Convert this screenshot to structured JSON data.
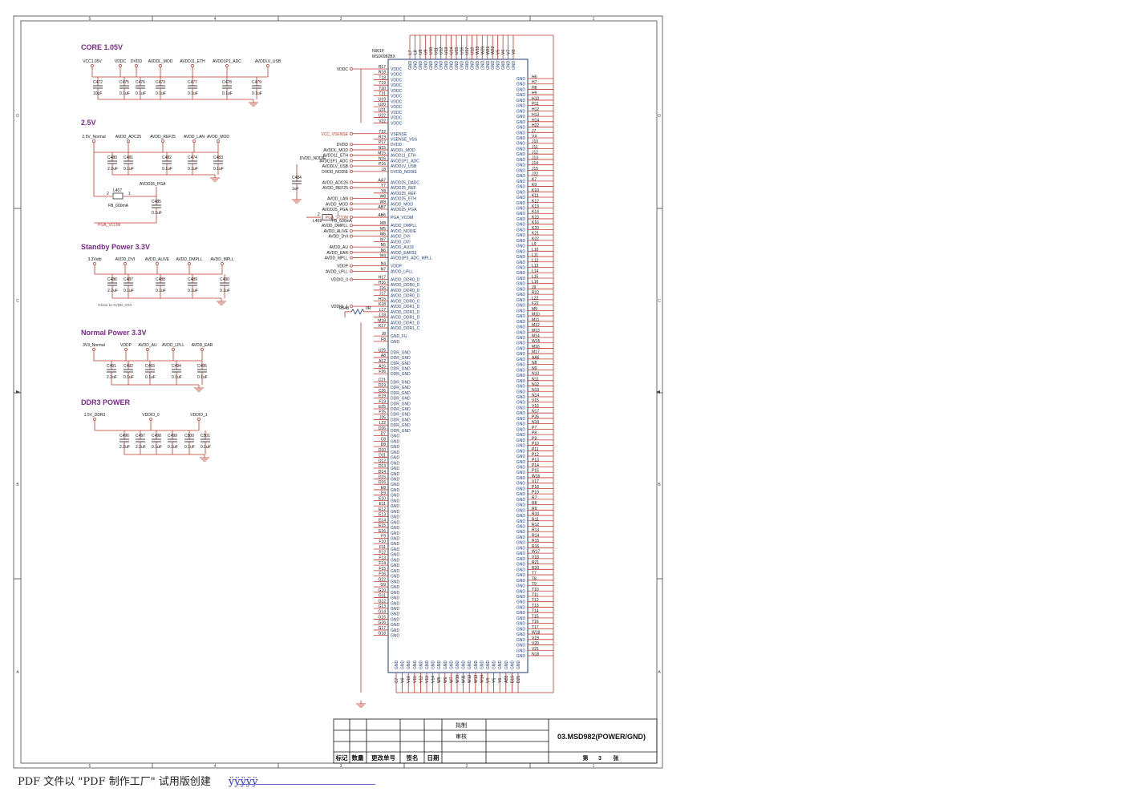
{
  "sheet": {
    "title": "03.MSD982(POWER/GND)",
    "sheet_prefix": "第",
    "sheet_number": "3",
    "sheet_suffix": "张",
    "draw_label": "拟制",
    "check_label": "审核",
    "rev_headers": [
      "标记",
      "数量",
      "更改单号",
      "签名",
      "日期"
    ],
    "col_labels": [
      "5",
      "4",
      "3",
      "2",
      "1"
    ],
    "row_labels": [
      "D",
      "C",
      "B",
      "A"
    ]
  },
  "sections": {
    "core": {
      "title": "CORE 1.05V",
      "rails": [
        "VCC1.05V",
        "VDDC",
        "DVDD",
        "AVDDL_MOD",
        "AVDD11_ETH",
        "AVDD1P1_ADC",
        "AVDDLV_USB"
      ],
      "caps": [
        {
          "ref": "C472",
          "val": "10uF"
        },
        {
          "ref": "C475",
          "val": "0.1uF"
        },
        {
          "ref": "C476",
          "val": "0.1uF"
        },
        {
          "ref": "C473",
          "val": "0.1uF"
        },
        {
          "ref": "C477",
          "val": "0.1uF"
        },
        {
          "ref": "C478",
          "val": "0.1uF"
        },
        {
          "ref": "C479",
          "val": "0.1uF"
        }
      ]
    },
    "v25": {
      "title": "2.5V",
      "rails": [
        "2.5V_Normal",
        "AVDD_ADC25",
        "AVDD_REF25",
        "AVDD_LAN",
        "AVDD_MOD"
      ],
      "caps": [
        {
          "ref": "C480",
          "val": "2.2uF"
        },
        {
          "ref": "C481",
          "val": "0.1uF"
        },
        {
          "ref": "C482",
          "val": "0.1uF"
        },
        {
          "ref": "C474",
          "val": "0.1uF"
        },
        {
          "ref": "C483",
          "val": "0.1uF"
        }
      ],
      "pga_label": "AVDD25_PGA",
      "inductor_ref": "L407",
      "inductor_val": "FB_600mA",
      "pin2": "2",
      "pin1": "1",
      "cap_pga": {
        "ref": "C485",
        "val": "0.1uF"
      },
      "vcom_label": "PGA_VCOM"
    },
    "standby": {
      "title": "Standby Power 3.3V",
      "rails": [
        "3.3Vstb",
        "AVDD_DVI",
        "AVDD_ALIVE",
        "AVDD_DMPLL",
        "AVDD_MPLL"
      ],
      "caps": [
        {
          "ref": "C486",
          "val": "2.2uF"
        },
        {
          "ref": "C487",
          "val": "0.1uF"
        },
        {
          "ref": "C488",
          "val": "0.1uF"
        },
        {
          "ref": "C489",
          "val": "0.1uF"
        },
        {
          "ref": "C490",
          "val": "0.1uF"
        }
      ],
      "note": "Close to AVDD_DVI"
    },
    "normal": {
      "title": "Normal Power 3.3V",
      "rails": [
        "3V3_Normal",
        "VDDP",
        "AVDD_AU",
        "AVDD_LPLL",
        "AVDD_EAR"
      ],
      "caps": [
        {
          "ref": "C491",
          "val": "2.2uF"
        },
        {
          "ref": "C492",
          "val": "0.1uF"
        },
        {
          "ref": "C493",
          "val": "0.1uF"
        },
        {
          "ref": "C494",
          "val": "0.1uF"
        },
        {
          "ref": "C495",
          "val": "0.1uF"
        }
      ]
    },
    "ddr3": {
      "title": "DDR3 POWER",
      "rails": [
        "1.5V_DDR3",
        "VDDIO_0",
        "VDDIO_1"
      ],
      "caps": [
        {
          "ref": "C496",
          "val": "2.2uF"
        },
        {
          "ref": "C497",
          "val": "2.2uF"
        },
        {
          "ref": "C498",
          "val": "0.1uF"
        },
        {
          "ref": "C499",
          "val": "0.1uF"
        },
        {
          "ref": "C500",
          "val": "0.1uF"
        },
        {
          "ref": "C501",
          "val": "0.1uF"
        }
      ]
    }
  },
  "chip": {
    "ref": "N901F",
    "part": "MSD6982BX",
    "left_groups": [
      {
        "net": "VDDC",
        "pins": [
          [
            "R17",
            "VDDC"
          ],
          [
            "R18",
            "VDDC"
          ],
          [
            "T18",
            "VDDC"
          ],
          [
            "T19",
            "VDDC"
          ],
          [
            "T20",
            "VDDC"
          ],
          [
            "T21",
            "VDDC"
          ],
          [
            "U19",
            "VDDC"
          ],
          [
            "U20",
            "VDDC"
          ],
          [
            "U21",
            "VDDC"
          ],
          [
            "U22",
            "VDDC"
          ],
          [
            "V22",
            "VDDC"
          ]
        ],
        "gap": 2
      },
      {
        "net": "VCC_VSENSE",
        "pins": [
          [
            "T22",
            "VSENSE"
          ],
          [
            "R19",
            "VSENSE_VSS"
          ],
          [
            "P17",
            "DVDD"
          ],
          [
            "N15",
            "AVDDL_MOD"
          ],
          [
            "M15",
            "AVDD11_ETH"
          ],
          [
            "N16",
            "AVDD1P1_ADC"
          ],
          [
            "P16",
            "AVDDLV_USB"
          ],
          [
            "L8",
            "DVDD_NODIE"
          ]
        ],
        "gap": 2
      },
      {
        "net": "",
        "pins": [
          [
            "AA7",
            "AVDD25_DADC"
          ],
          [
            "Y7",
            "AVDD25_REF"
          ],
          [
            "Y8",
            "AVDD25_REF"
          ],
          [
            "W8",
            "AVDD25_ETH"
          ],
          [
            "W9",
            "AVDD_MOD"
          ],
          [
            "AB7",
            "AVDD25_PGA"
          ]
        ],
        "gap": 1
      },
      {
        "net": "",
        "pins": [
          [
            "AB6",
            "PGA_VCOM"
          ]
        ],
        "gap": 1
      },
      {
        "net": "",
        "pins": [
          [
            "M8",
            "AVDD_DMPLL"
          ],
          [
            "M5",
            "AVDD_NODIE"
          ],
          [
            "M6",
            "AVDD_DVI"
          ],
          [
            "M7",
            "AVDD_DVI"
          ],
          [
            "N5",
            "AVDD_AU33"
          ],
          [
            "N6",
            "AVDD_EAR33"
          ],
          [
            "M4",
            "AVDD3P3_ADC_MPLL"
          ]
        ],
        "gap": 1
      },
      {
        "net": "",
        "pins": [
          [
            "N4",
            "VDDP"
          ],
          [
            "N7",
            "AVDD_LPLL"
          ]
        ],
        "gap": 1
      },
      {
        "net": "",
        "pins": [
          [
            "H17",
            "AVDD_DDR0_D"
          ],
          [
            "H16",
            "AVDD_DDR0_D"
          ],
          [
            "J16",
            "AVDD_DDR0_D"
          ],
          [
            "J17",
            "AVDD_DDR0_D"
          ],
          [
            "H15",
            "AVDD_DDR0_C"
          ],
          [
            "K18",
            "AVDD_DDR1_D"
          ],
          [
            "L17",
            "AVDD_DDR1_D"
          ],
          [
            "L18",
            "AVDD_DDR1_D"
          ],
          [
            "M18",
            "AVDD_DDR1_D"
          ],
          [
            "K17",
            "AVDD_DDR1_C"
          ]
        ],
        "gap": 1
      },
      {
        "net": "",
        "pins": [
          [
            "J8",
            "GND_FU"
          ],
          [
            "F8",
            "GND"
          ]
        ],
        "gap": 2
      },
      {
        "net": "",
        "pins": [
          [
            "U25",
            "DDR_GND"
          ],
          [
            "A8",
            "DDR_GND"
          ],
          [
            "A12",
            "DDR_GND"
          ],
          [
            "A15",
            "DDR_GND"
          ],
          [
            "F26",
            "DDR_GND"
          ]
        ],
        "gap": 1
      },
      {
        "net": "",
        "pins": [
          [
            "C21",
            "DDR_GND"
          ],
          [
            "D19",
            "DDR_GND"
          ],
          [
            "C26",
            "DDR_GND"
          ],
          [
            "E19",
            "DDR_GND"
          ],
          [
            "F19",
            "DDR_GND"
          ],
          [
            "E25",
            "DDR_GND"
          ],
          [
            "F25",
            "DDR_GND"
          ],
          [
            "J25",
            "DDR_GND"
          ],
          [
            "L22",
            "DDR_GND"
          ],
          [
            "D26",
            "DDR_GND"
          ],
          [
            "D7",
            "GND"
          ],
          [
            "C8",
            "GND"
          ],
          [
            "D8",
            "GND"
          ],
          [
            "D10",
            "GND"
          ],
          [
            "D11",
            "GND"
          ],
          [
            "D12",
            "GND"
          ],
          [
            "D13",
            "GND"
          ],
          [
            "D14",
            "GND"
          ],
          [
            "D15",
            "GND"
          ],
          [
            "D16",
            "GND"
          ],
          [
            "E8",
            "GND"
          ],
          [
            "E9",
            "GND"
          ],
          [
            "E10",
            "GND"
          ],
          [
            "E11",
            "GND"
          ],
          [
            "E12",
            "GND"
          ],
          [
            "E13",
            "GND"
          ],
          [
            "E14",
            "GND"
          ],
          [
            "E15",
            "GND"
          ],
          [
            "E16",
            "GND"
          ],
          [
            "F9",
            "GND"
          ],
          [
            "F10",
            "GND"
          ],
          [
            "F11",
            "GND"
          ],
          [
            "F12",
            "GND"
          ],
          [
            "F13",
            "GND"
          ],
          [
            "F14",
            "GND"
          ],
          [
            "F15",
            "GND"
          ],
          [
            "F16",
            "GND"
          ],
          [
            "G22",
            "GND"
          ],
          [
            "G9",
            "GND"
          ],
          [
            "G10",
            "GND"
          ],
          [
            "G11",
            "GND"
          ],
          [
            "G12",
            "GND"
          ],
          [
            "G13",
            "GND"
          ],
          [
            "G14",
            "GND"
          ],
          [
            "G15",
            "GND"
          ],
          [
            "G16",
            "GND"
          ],
          [
            "G17",
            "GND"
          ],
          [
            "G18",
            "GND"
          ]
        ],
        "gap": 0
      }
    ],
    "left_nets": [
      {
        "text": "VDDC",
        "pin_index": 0
      },
      {
        "text": "VCC_VSENSE",
        "pin_index": 11
      },
      {
        "text": "DVDD",
        "pin_index": 13
      },
      {
        "text": "AVDDL_MOD",
        "pin_index": 14
      },
      {
        "text": "AVDD11_ETH",
        "pin_index": 15
      },
      {
        "text": "AVDD1P1_ADC",
        "pin_index": 16
      },
      {
        "text": "AVDDLV_USB",
        "pin_index": 17
      },
      {
        "text": "DVDD_NODIE",
        "pin_index": 18
      },
      {
        "text": "AVDD_ADC25",
        "pin_index": 19
      },
      {
        "text": "AVDD_REF25",
        "pin_index": 20
      },
      {
        "text": "AVDD_LAN",
        "pin_index": 22
      },
      {
        "text": "AVDD_MOD",
        "pin_index": 23
      },
      {
        "text": "AVDD25_PGA",
        "pin_index": 24
      },
      {
        "text": "PGA_VCOM",
        "pin_index": 25
      },
      {
        "text": "AVDD_DMPLL",
        "pin_index": 26
      },
      {
        "text": "AVDD_ALIVE",
        "pin_index": 27
      },
      {
        "text": "AVDD_DVI",
        "pin_index": 28
      },
      {
        "text": "AVDD_AU",
        "pin_index": 30
      },
      {
        "text": "AVDD_EAR",
        "pin_index": 31
      },
      {
        "text": "AVDD_MPLL",
        "pin_index": 32
      },
      {
        "text": "VDDP",
        "pin_index": 33
      },
      {
        "text": "AVDD_LPLL",
        "pin_index": 34
      },
      {
        "text": "VDDIO_0",
        "pin_index": 35
      },
      {
        "text": "VDDIO_1",
        "pin_index": 40
      }
    ],
    "resistor": {
      "ref": "R548",
      "val": "0R"
    },
    "inductor": {
      "ref": "L408",
      "val": "FB_600mA",
      "pin2": "2",
      "pin1": "1"
    },
    "cap_nodie": {
      "ref": "C484",
      "val": "1uF"
    },
    "right_pins": [
      "H6",
      "H7",
      "H8",
      "H9",
      "H10",
      "H11",
      "H12",
      "H13",
      "H14",
      "H22",
      "J7",
      "V4",
      "J10",
      "J11",
      "J12",
      "J13",
      "J14",
      "J15",
      "J22",
      "K7",
      "K9",
      "K10",
      "K11",
      "K12",
      "K13",
      "K14",
      "K15",
      "K16",
      "K20",
      "K21",
      "K22",
      "L9",
      "L10",
      "L11",
      "L12",
      "L13",
      "L14",
      "L15",
      "L16",
      "J9",
      "R22",
      "L22",
      "F22",
      "M9",
      "M10",
      "M11",
      "M12",
      "M13",
      "M14",
      "W15",
      "M16",
      "M17",
      "AA6",
      "N8",
      "N9",
      "N10",
      "N11",
      "N12",
      "N13",
      "N14",
      "V15",
      "V16",
      "N17",
      "P25",
      "N19",
      "P7",
      "P8",
      "P9",
      "P10",
      "P11",
      "P12",
      "P13",
      "P14",
      "P15",
      "W16",
      "V17",
      "P18",
      "P19",
      "R7",
      "R8",
      "R9",
      "R10",
      "R11",
      "R12",
      "R13",
      "R14",
      "R15",
      "R16",
      "W17",
      "V18",
      "R21",
      "R20",
      "T7",
      "T8",
      "T9",
      "T10",
      "T11",
      "T12",
      "T13",
      "T14",
      "T15",
      "T16",
      "T17",
      "W18",
      "V19",
      "V20",
      "V21",
      "N18"
    ],
    "right_name": "GND",
    "top_pins": [
      "L7",
      "L8",
      "U8",
      "U9",
      "U10",
      "U11",
      "U12",
      "U13",
      "U14",
      "U15",
      "U16",
      "U17",
      "U18",
      "W19",
      "W20",
      "W21",
      "W22",
      "V5",
      "V6",
      "V7",
      "V8"
    ],
    "bottom_pins": [
      "C7",
      "V8",
      "V10",
      "V11",
      "V12",
      "V13",
      "V14",
      "W5",
      "W6",
      "W7",
      "W10",
      "W11",
      "W12",
      "W13",
      "W14",
      "V4",
      "Y5",
      "Y6",
      "AB5",
      "B19",
      "D25"
    ]
  },
  "watermark": {
    "text": "PDF 文件以 \"PDF 制作工厂\" 试用版创建",
    "link": "ÿÿÿÿÿ"
  }
}
